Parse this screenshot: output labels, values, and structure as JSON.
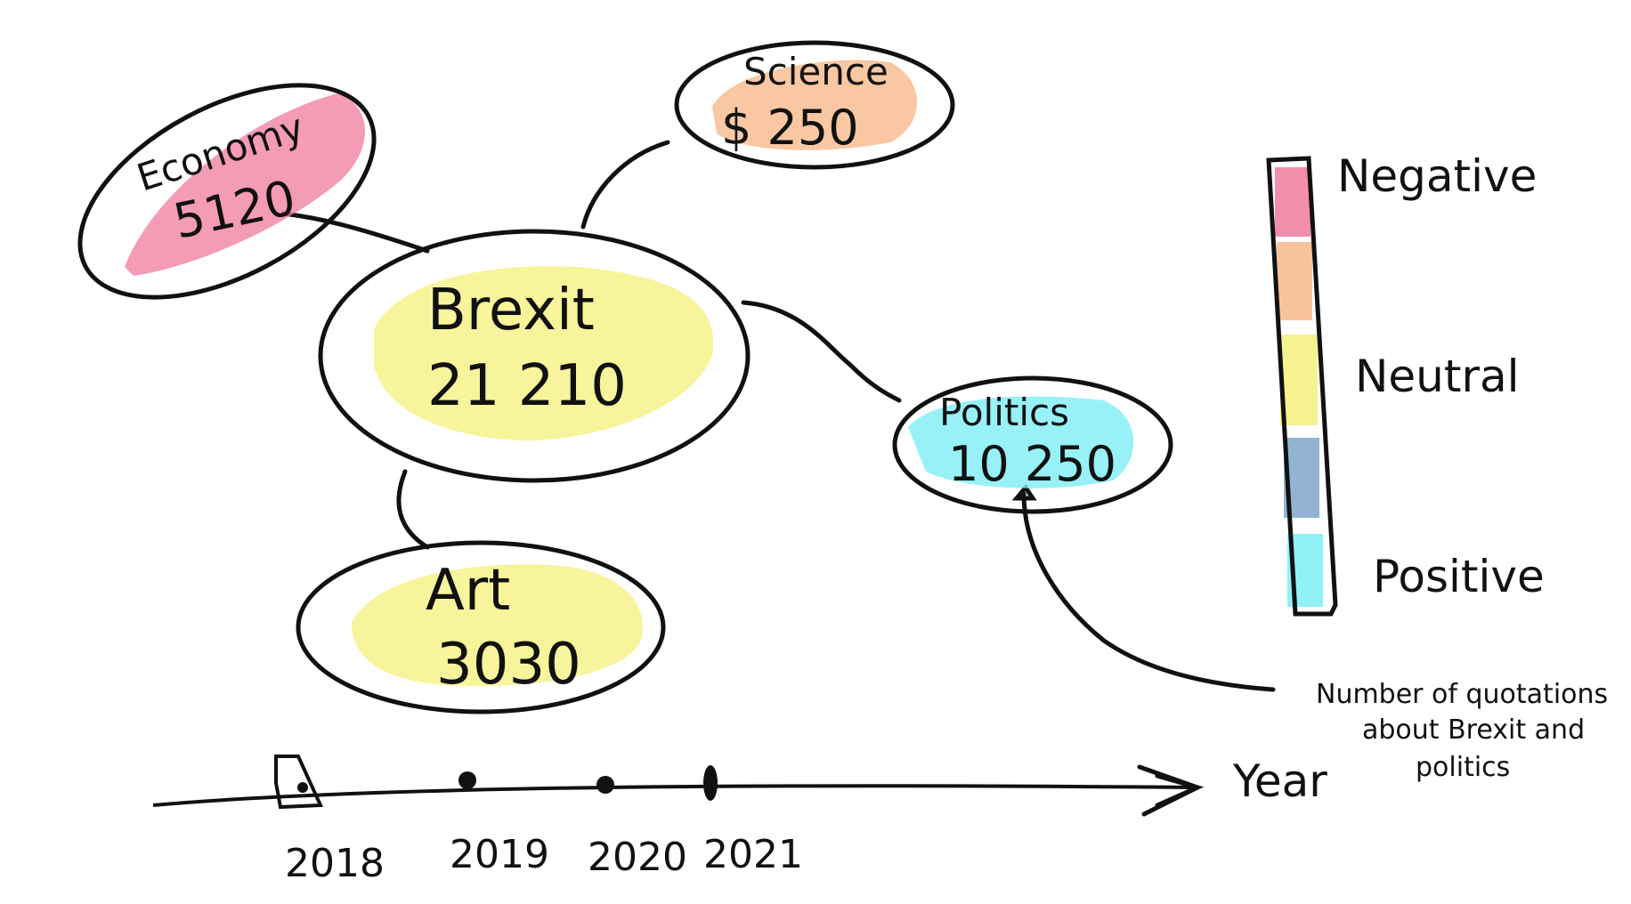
{
  "bubbles": {
    "economy": {
      "name": "Economy",
      "count": "5120",
      "sentiment": "negative"
    },
    "science": {
      "name": "Science",
      "count": "$ 250",
      "sentiment": "negative-mild"
    },
    "brexit": {
      "name": "Brexit",
      "count": "21 210",
      "sentiment": "neutral"
    },
    "politics": {
      "name": "Politics",
      "count": "10 250",
      "sentiment": "positive"
    },
    "art": {
      "name": "Art",
      "count": "3030",
      "sentiment": "neutral"
    }
  },
  "legend": {
    "negative": "Negative",
    "neutral": "Neutral",
    "positive": "Positive",
    "colors": [
      "#f07a9c",
      "#f7b98a",
      "#f5f07a",
      "#7fa6cc",
      "#7deef5"
    ]
  },
  "annotation": {
    "line1": "Number of quotations",
    "line2": "about Brexit and",
    "line3": "politics"
  },
  "timeline": {
    "axis_label": "Year",
    "ticks": [
      "2018",
      "2019",
      "2020",
      "2021"
    ]
  },
  "colors": {
    "negative": "#f07a9c",
    "negative_mild": "#f7b98a",
    "neutral": "#f5f07a",
    "positive": "#7deef5",
    "ink": "#111111"
  }
}
